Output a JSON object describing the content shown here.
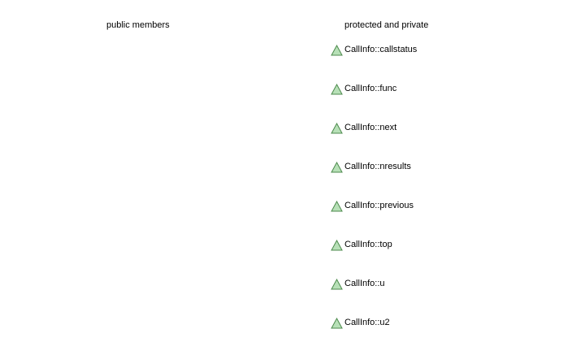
{
  "columns": {
    "public_heading": "public members",
    "private_heading": "protected and private"
  },
  "icon": {
    "name": "triangle-icon",
    "fill": "#b7e0b7",
    "stroke": "#4c8a4c"
  },
  "members": [
    {
      "label": "CallInfo::callstatus"
    },
    {
      "label": "CallInfo::func"
    },
    {
      "label": "CallInfo::next"
    },
    {
      "label": "CallInfo::nresults"
    },
    {
      "label": "CallInfo::previous"
    },
    {
      "label": "CallInfo::top"
    },
    {
      "label": "CallInfo::u"
    },
    {
      "label": "CallInfo::u2"
    }
  ]
}
